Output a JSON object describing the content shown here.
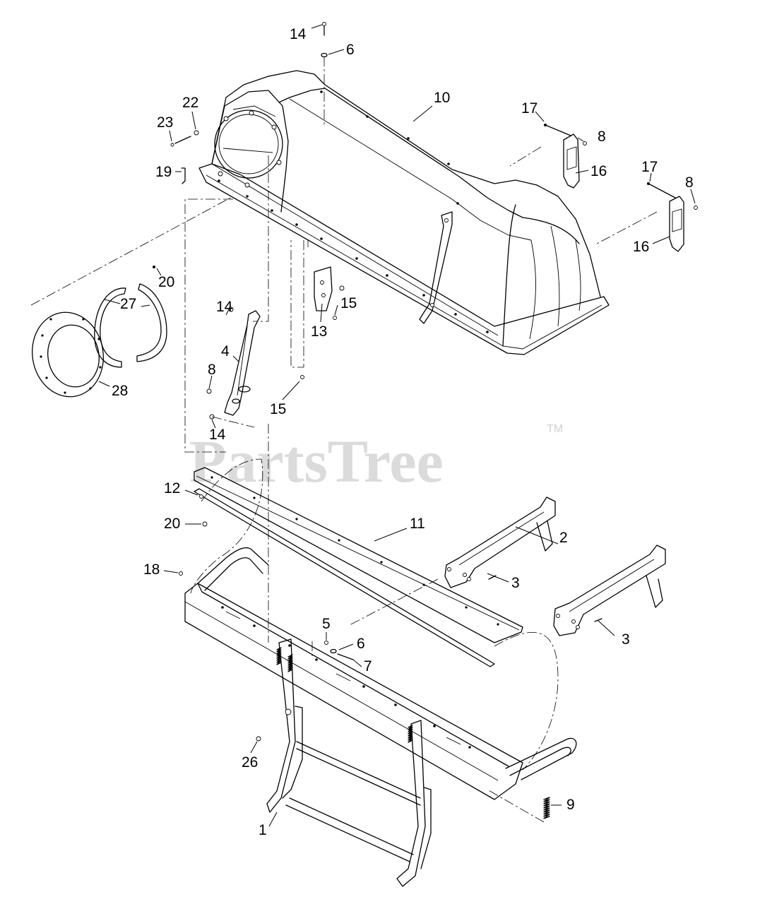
{
  "watermark": {
    "text": "PartsTree",
    "trademark": "TM"
  },
  "callouts": [
    {
      "id": "c14a",
      "label": "14"
    },
    {
      "id": "c6a",
      "label": "6"
    },
    {
      "id": "c10",
      "label": "10"
    },
    {
      "id": "c22",
      "label": "22"
    },
    {
      "id": "c23",
      "label": "23"
    },
    {
      "id": "c19",
      "label": "19"
    },
    {
      "id": "c17a",
      "label": "17"
    },
    {
      "id": "c8a",
      "label": "8"
    },
    {
      "id": "c16a",
      "label": "16"
    },
    {
      "id": "c17b",
      "label": "17"
    },
    {
      "id": "c8b",
      "label": "8"
    },
    {
      "id": "c16b",
      "label": "16"
    },
    {
      "id": "c20a",
      "label": "20"
    },
    {
      "id": "c27",
      "label": "27"
    },
    {
      "id": "c28",
      "label": "28"
    },
    {
      "id": "c14b",
      "label": "14"
    },
    {
      "id": "c4",
      "label": "4"
    },
    {
      "id": "c8c",
      "label": "8"
    },
    {
      "id": "c14c",
      "label": "14"
    },
    {
      "id": "c15a",
      "label": "15"
    },
    {
      "id": "c13",
      "label": "13"
    },
    {
      "id": "c15b",
      "label": "15"
    },
    {
      "id": "c12",
      "label": "12"
    },
    {
      "id": "c20b",
      "label": "20"
    },
    {
      "id": "c11",
      "label": "11"
    },
    {
      "id": "c18",
      "label": "18"
    },
    {
      "id": "c2",
      "label": "2"
    },
    {
      "id": "c3a",
      "label": "3"
    },
    {
      "id": "c3b",
      "label": "3"
    },
    {
      "id": "c5",
      "label": "5"
    },
    {
      "id": "c6b",
      "label": "6"
    },
    {
      "id": "c7",
      "label": "7"
    },
    {
      "id": "c26",
      "label": "26"
    },
    {
      "id": "c9",
      "label": "9"
    },
    {
      "id": "c1",
      "label": "1"
    }
  ]
}
